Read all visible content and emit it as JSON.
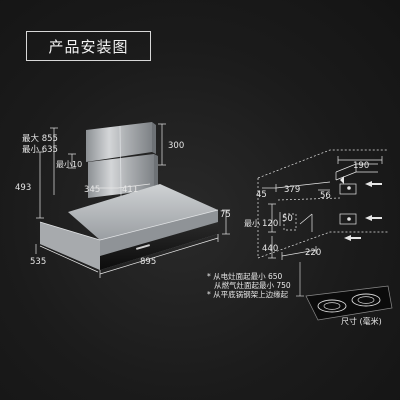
{
  "title": "产品安装图",
  "hood": {
    "max_height_label": "最大 855",
    "min_height_label": "最小 635",
    "min_overlap_label": "最小10",
    "chimney_height": "300",
    "body_height": "493",
    "chimney_depth": "345",
    "chimney_width": "411",
    "canopy_thickness": "75",
    "depth": "535",
    "width": "895"
  },
  "bracket": {
    "top_width": "190",
    "left_offset": "45",
    "center_width": "379",
    "min_label": "最小",
    "mid_height": "120",
    "inner_offset": "50",
    "right_offset": "56",
    "bottom_height": "440",
    "bottom_width": "220"
  },
  "notes": [
    "* 从电灶面起最小  650",
    "从燃气灶面起最小  750",
    "* 从平底锅钢架上边缘起"
  ],
  "unit": "尺寸 (毫米)",
  "colors": {
    "background": "#1b1b1b",
    "line": "#e6e6e6",
    "steel": "#b9bcbf"
  },
  "icons": [
    "range-hood-product-image",
    "gas-cooktop-icon",
    "wall-bracket-diagram"
  ]
}
